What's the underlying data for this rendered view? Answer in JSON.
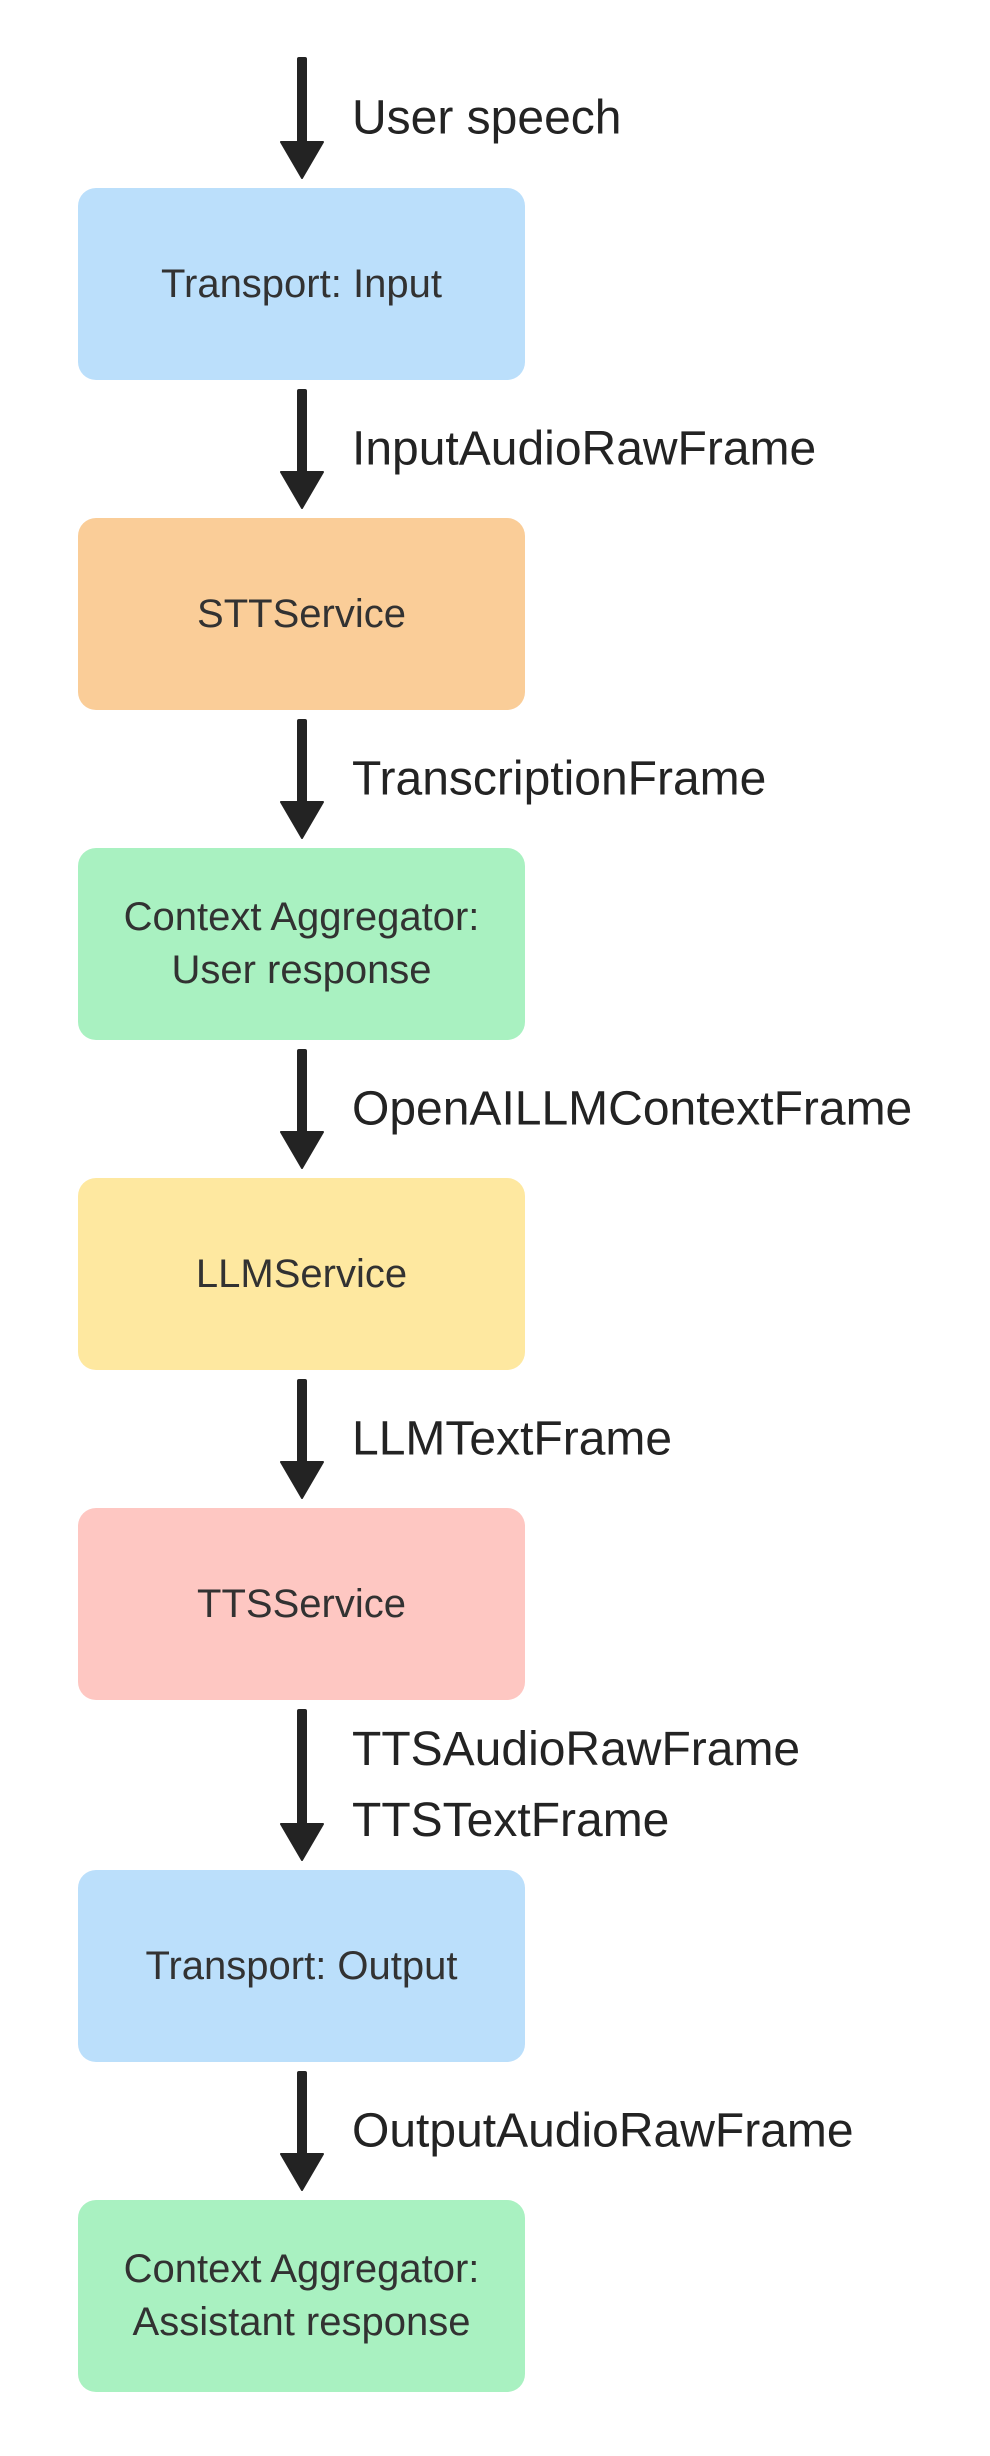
{
  "diagram": {
    "background": "#ffffff",
    "arrow_color": "#232323",
    "edge_label_color": "#232323",
    "node_text_color": "#323232",
    "nodes": [
      {
        "id": "transport-input",
        "color": "#BBDFFB",
        "label_lines": [
          "Transport: Input"
        ]
      },
      {
        "id": "stt-service",
        "color": "#FACD98",
        "label_lines": [
          "STTService"
        ]
      },
      {
        "id": "context-aggregator-user",
        "color": "#A9F1C1",
        "label_lines": [
          "Context Aggregator:",
          "User response"
        ]
      },
      {
        "id": "llm-service",
        "color": "#FEE8A0",
        "label_lines": [
          "LLMService"
        ]
      },
      {
        "id": "tts-service",
        "color": "#FEC7C2",
        "label_lines": [
          "TTSService"
        ]
      },
      {
        "id": "transport-output",
        "color": "#BBDFFB",
        "label_lines": [
          "Transport: Output"
        ]
      },
      {
        "id": "context-aggregator-assistant",
        "color": "#A9F1C1",
        "label_lines": [
          "Context Aggregator:",
          "Assistant response"
        ]
      }
    ],
    "edges": [
      {
        "id": "user-speech",
        "label_lines": [
          "User speech"
        ]
      },
      {
        "id": "input-audio-raw-frame",
        "label_lines": [
          "InputAudioRawFrame"
        ]
      },
      {
        "id": "transcription-frame",
        "label_lines": [
          "TranscriptionFrame"
        ]
      },
      {
        "id": "openai-llm-context-frame",
        "label_lines": [
          "OpenAILLMContextFrame"
        ]
      },
      {
        "id": "llm-text-frame",
        "label_lines": [
          "LLMTextFrame"
        ]
      },
      {
        "id": "tts-frames",
        "label_lines": [
          "TTSAudioRawFrame",
          "TTSTextFrame"
        ]
      },
      {
        "id": "output-audio-raw-frame",
        "label_lines": [
          "OutputAudioRawFrame"
        ]
      }
    ]
  }
}
